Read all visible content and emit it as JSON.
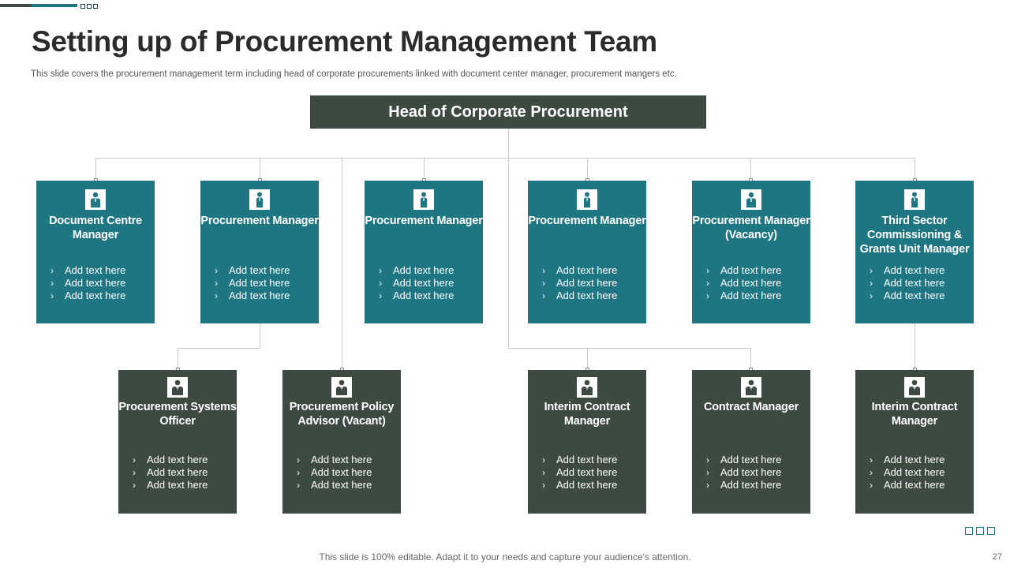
{
  "slide": {
    "title": "Setting up of Procurement Management Team",
    "subtitle": "This slide covers the procurement management term including head of corporate procurements linked with document center manager, procurement mangers etc.",
    "footer": "This slide is 100% editable. Adapt it to your needs and capture your audience's attention.",
    "page_number": "27"
  },
  "colors": {
    "teal": "#1f7683",
    "dark": "#3d4a42"
  },
  "head": {
    "label": "Head of Corporate Procurement"
  },
  "row1": [
    {
      "title": "Document Centre Manager",
      "icon": "person-icon",
      "items": [
        "Add text here",
        "Add text here",
        "Add text here"
      ]
    },
    {
      "title": "Procurement Manager",
      "icon": "person-icon",
      "items": [
        "Add text here",
        "Add text here",
        "Add text here"
      ]
    },
    {
      "title": "Procurement Manager",
      "icon": "person-icon",
      "items": [
        "Add text here",
        "Add text here",
        "Add text here"
      ]
    },
    {
      "title": "Procurement Manager",
      "icon": "person-icon",
      "items": [
        "Add text here",
        "Add text here",
        "Add text here"
      ]
    },
    {
      "title": "Procurement Manager (Vacancy)",
      "icon": "person-icon",
      "items": [
        "Add text here",
        "Add text here",
        "Add text here"
      ]
    },
    {
      "title": "Third Sector Commissioning & Grants Unit Manager",
      "icon": "person-icon",
      "items": [
        "Add text here",
        "Add text here",
        "Add text here"
      ]
    }
  ],
  "row2": [
    {
      "title": "Procurement Systems Officer",
      "icon": "businessman-icon",
      "items": [
        "Add text here",
        "Add text here",
        "Add text here"
      ]
    },
    {
      "title": "Procurement Policy Advisor (Vacant)",
      "icon": "businessman-icon",
      "items": [
        "Add text here",
        "Add text here",
        "Add text here"
      ]
    },
    {
      "title": "Interim Contract Manager",
      "icon": "businessman-icon",
      "items": [
        "Add text here",
        "Add text here",
        "Add text here"
      ]
    },
    {
      "title": "Contract Manager",
      "icon": "businessman-icon",
      "items": [
        "Add text here",
        "Add text here",
        "Add text here"
      ]
    },
    {
      "title": "Interim Contract Manager",
      "icon": "businessman-icon",
      "items": [
        "Add text here",
        "Add text here",
        "Add text here"
      ]
    }
  ],
  "bullet": "›"
}
